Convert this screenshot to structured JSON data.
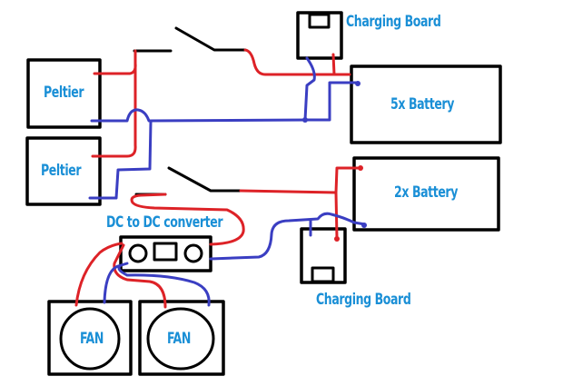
{
  "diagram": {
    "title": "",
    "colors": {
      "outline": "#000000",
      "positive_wire": "#dd2227",
      "negative_wire": "#3a3ec2",
      "label": "#1a8fd6"
    },
    "components": {
      "peltier_1": {
        "label": "Peltier"
      },
      "peltier_2": {
        "label": "Peltier"
      },
      "charging_board_top": {
        "label": "Charging Board"
      },
      "battery_5x": {
        "label": "5x Battery"
      },
      "battery_2x": {
        "label": "2x Battery"
      },
      "charging_board_bottom": {
        "label": "Charging Board"
      },
      "dc_converter": {
        "label": "DC to DC converter"
      },
      "fan_1": {
        "label": "FAN"
      },
      "fan_2": {
        "label": "FAN"
      }
    },
    "switches": [
      {
        "name": "switch-upper",
        "state": "open"
      },
      {
        "name": "switch-lower",
        "state": "open"
      }
    ]
  }
}
